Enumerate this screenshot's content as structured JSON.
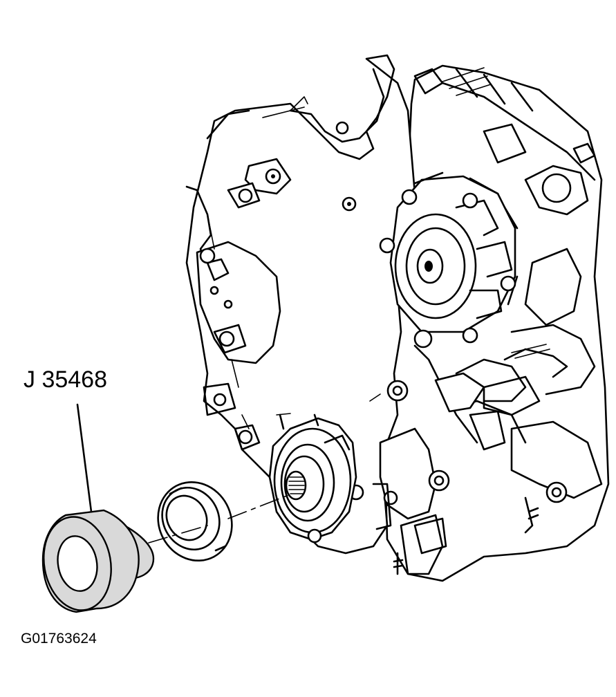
{
  "diagram": {
    "tool_callout": "J 35468",
    "figure_id": "G01763624",
    "parts": [
      "engine-front-cover",
      "crankshaft-front-oil-seal",
      "seal-installer-tool"
    ]
  }
}
